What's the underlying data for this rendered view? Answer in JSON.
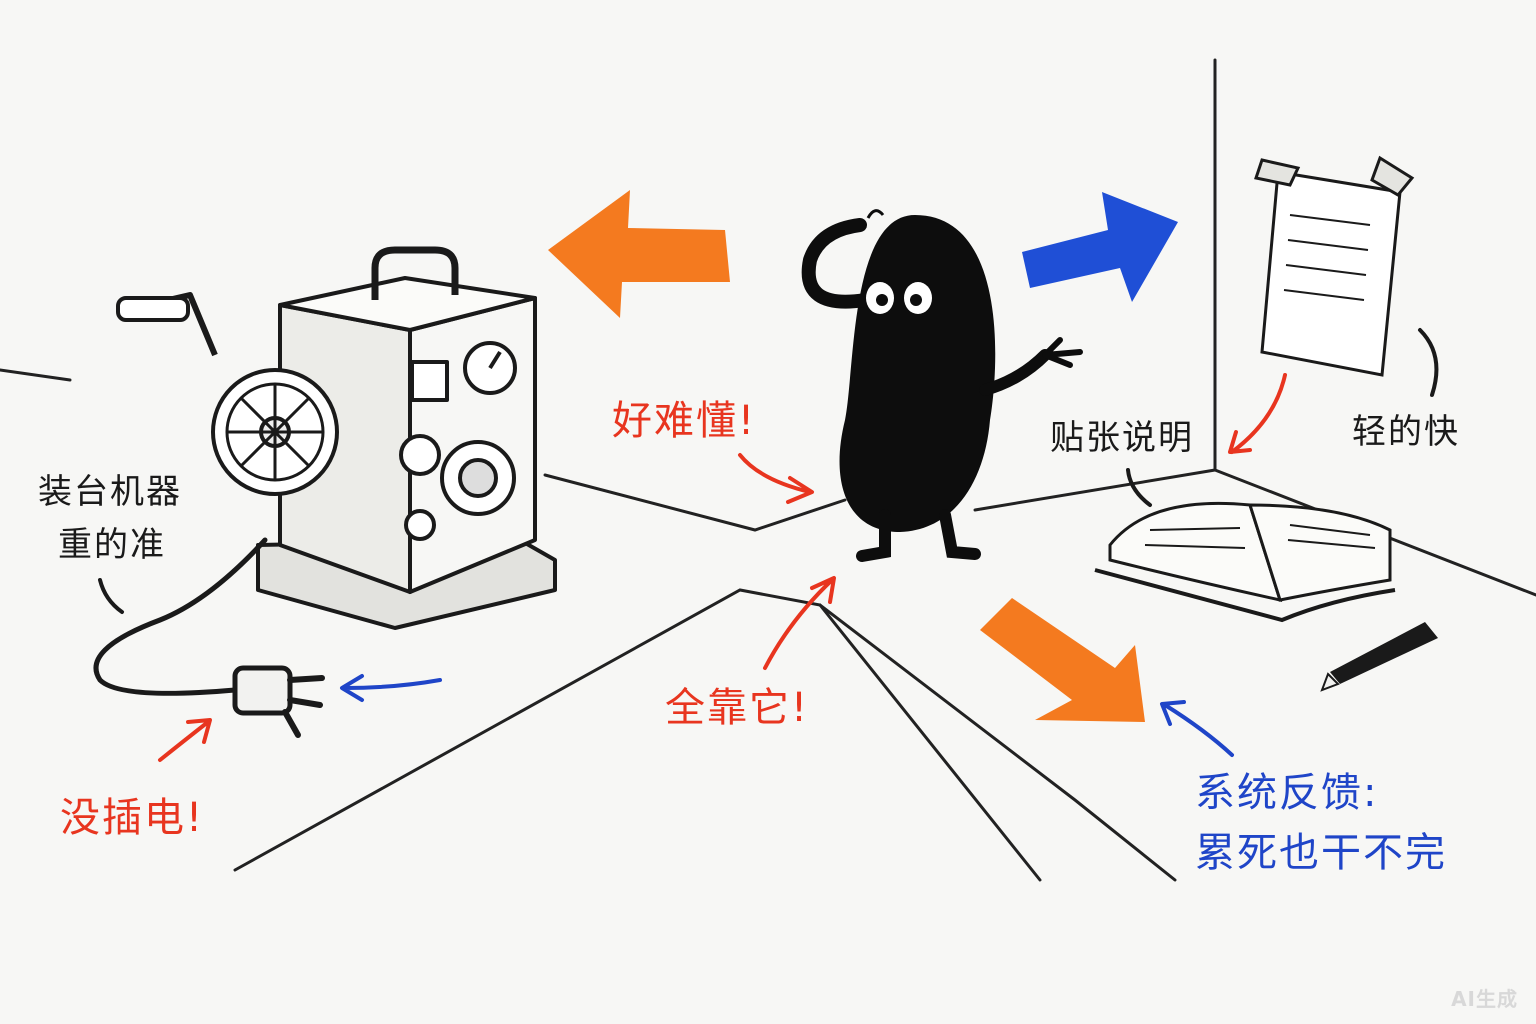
{
  "labels": {
    "machine_line1": "装台机器",
    "machine_line2": "重的准",
    "unplugged": "没插电!",
    "hard_to_understand": "好难懂!",
    "rely_on_it": "全靠它!",
    "post_instructions": "贴张说明",
    "light_fast": "轻的快",
    "feedback_line1": "系统反馈:",
    "feedback_line2": "累死也干不完"
  },
  "watermark": "AI生成",
  "colors": {
    "orange_arrow": "#f47a1f",
    "blue_arrow": "#1f4fd6",
    "red_text": "#e8351f",
    "blue_text": "#1f45c8",
    "character": "#0d0d0d"
  }
}
